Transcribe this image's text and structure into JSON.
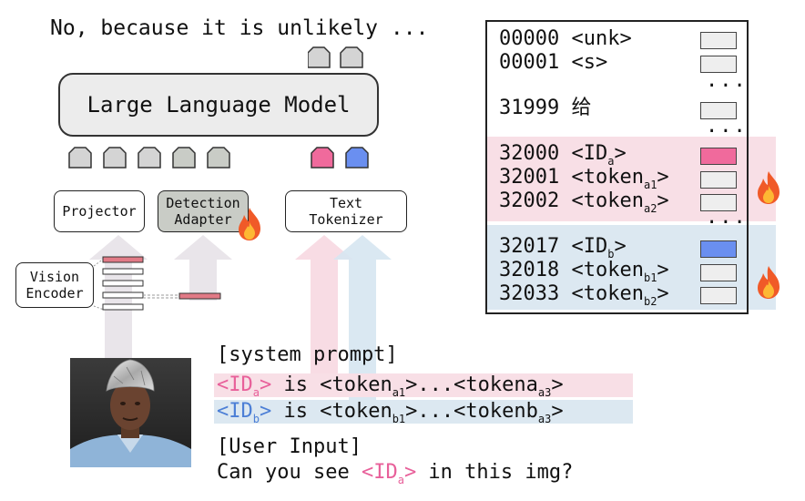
{
  "output_text": "No, because it is unlikely ...",
  "llm_label": "Large Language Model",
  "modules": {
    "projector": "Projector",
    "detection_adapter_line1": "Detection",
    "detection_adapter_line2": "Adapter",
    "text_tokenizer_line1": "Text",
    "text_tokenizer_line2": "Tokenizer",
    "vision_encoder_line1": "Vision",
    "vision_encoder_line2": "Encoder"
  },
  "vocab": {
    "rows": [
      {
        "id": "00000",
        "token": "<unk>"
      },
      {
        "id": "00001",
        "token": "<s>"
      },
      {
        "id": "31999",
        "token": "给"
      },
      {
        "id": "32000",
        "token_pre": "<ID",
        "token_sub": "a",
        "token_post": ">"
      },
      {
        "id": "32001",
        "token_pre": "<token",
        "token_sub": "a1",
        "token_post": ">"
      },
      {
        "id": "32002",
        "token_pre": "<token",
        "token_sub": "a2",
        "token_post": ">"
      },
      {
        "id": "32017",
        "token_pre": "<ID",
        "token_sub": "b",
        "token_post": ">"
      },
      {
        "id": "32018",
        "token_pre": "<token",
        "token_sub": "b1",
        "token_post": ">"
      },
      {
        "id": "32033",
        "token_pre": "<token",
        "token_sub": "b2",
        "token_post": ">"
      }
    ],
    "dots": "..."
  },
  "prompt": {
    "system_label": "[system prompt]",
    "line_a": {
      "id_pre": "<ID",
      "id_sub": "a",
      "id_post": ">",
      "is": " is ",
      "t1_pre": "<token",
      "t1_sub": "a1",
      "t1_post": ">...<tokena",
      "t2_sub": "a3",
      "t2_post": ">"
    },
    "line_b": {
      "id_pre": "<ID",
      "id_sub": "b",
      "id_post": ">",
      "is": " is ",
      "t1_pre": "<token",
      "t1_sub": "b1",
      "t1_post": ">...<tokenb",
      "t2_sub": "a3",
      "t2_post": ">"
    },
    "user_label": "[User Input]",
    "question_pre": "Can you see ",
    "question_id_pre": "<ID",
    "question_id_sub": "a",
    "question_id_post": ">",
    "question_post": " in this img?"
  },
  "colors": {
    "pink": "#e8609a",
    "blue": "#4c7fd6",
    "pink_band": "#f8dfe6",
    "blue_band": "#dce8f1",
    "token_gray": "#d4d4d4",
    "adapter_fill": "#c9ccc6",
    "swatch_pink": "#f06a9c",
    "swatch_blue": "#6a8ff0"
  }
}
